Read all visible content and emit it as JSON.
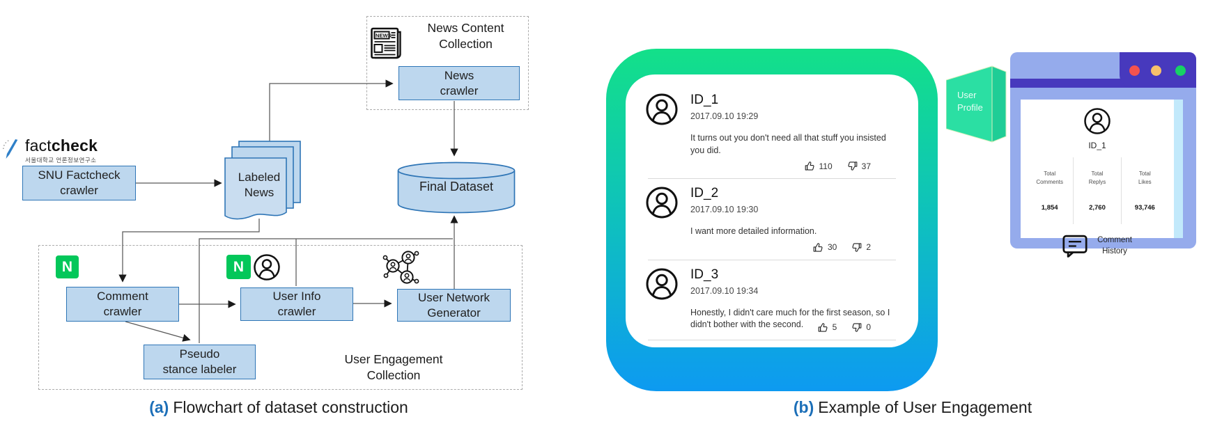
{
  "colors": {
    "node_fill": "#bdd7ee",
    "node_border": "#2e75b6",
    "connector": "#595959",
    "naver_green": "#03c75a",
    "square_gradient_top": "#13e089",
    "square_gradient_mid": "#0ebfc0",
    "square_gradient_bottom": "#0d9af1",
    "flag_green": "#2bdfa3",
    "flag_side_green": "#1fcd96",
    "browser_body": "#95abec",
    "browser_bar": "#4739bd",
    "browser_scrollbar": "#c2e9fb",
    "dot_red": "#f4534f",
    "dot_yellow": "#f6c16b",
    "dot_green": "#17d165",
    "caption_accent": "#1c6fb8"
  },
  "icons": {
    "naver_letter": "N",
    "newspaper_masthead": "NEWS"
  },
  "flowchart": {
    "factcheck": {
      "brand_regular": "fact",
      "brand_bold": "check",
      "subtitle": "서울대학교 언론정보연구소"
    },
    "news_collection": {
      "title": "News Content\nCollection",
      "crawler": "News\ncrawler"
    },
    "nodes": {
      "snu_crawler": "SNU Factcheck\ncrawler",
      "labeled_news": "Labeled\nNews",
      "final_dataset": "Final Dataset",
      "comment_crawler": "Comment\ncrawler",
      "user_info_crawler": "User Info\ncrawler",
      "user_network_generator": "User Network\nGenerator",
      "pseudo_stance_labeler": "Pseudo\nstance labeler"
    },
    "user_engagement_collection_title": "User Engagement\nCollection"
  },
  "engagement": {
    "comments": [
      {
        "id": "ID_1",
        "timestamp": "2017.09.10 19:29",
        "text": "It turns out you don't need all that stuff you insisted you did.",
        "likes": "110",
        "dislikes": "37"
      },
      {
        "id": "ID_2",
        "timestamp": "2017.09.10 19:30",
        "text": "I want more detailed information.",
        "likes": "30",
        "dislikes": "2"
      },
      {
        "id": "ID_3",
        "timestamp": "2017.09.10 19:34",
        "text": "Honestly, I didn't care much for the first season, so I didn't bother with the second.",
        "likes": "5",
        "dislikes": "0"
      }
    ],
    "profile": {
      "flag_label": "User Profile",
      "user_id": "ID_1",
      "stats": [
        {
          "label": "Total\nComments",
          "value": "1,854"
        },
        {
          "label": "Total\nReplys",
          "value": "2,760"
        },
        {
          "label": "Total\nLikes",
          "value": "93,746"
        }
      ],
      "history_label": "Comment\nHistory"
    }
  },
  "captions": {
    "a": {
      "label": "(a)",
      "text": "Flowchart of dataset construction"
    },
    "b": {
      "label": "(b)",
      "text": "Example of User Engagement"
    }
  }
}
